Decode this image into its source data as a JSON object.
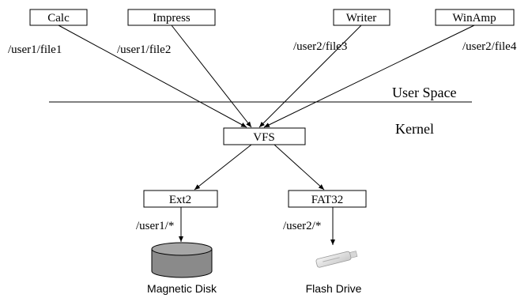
{
  "apps": [
    {
      "name": "Calc",
      "path": "/user1/file1"
    },
    {
      "name": "Impress",
      "path": "/user1/file2"
    },
    {
      "name": "Writer",
      "path": "/user2/file3"
    },
    {
      "name": "WinAmp",
      "path": "/user2/file4"
    }
  ],
  "layers": {
    "user_space": "User Space",
    "kernel": "Kernel"
  },
  "vfs": {
    "label": "VFS"
  },
  "filesystems": [
    {
      "name": "Ext2",
      "mount": "/user1/*",
      "device": "Magnetic Disk",
      "device_icon": "disk-cylinder-icon"
    },
    {
      "name": "FAT32",
      "mount": "/user2/*",
      "device": "Flash Drive",
      "device_icon": "flash-drive-icon"
    }
  ]
}
